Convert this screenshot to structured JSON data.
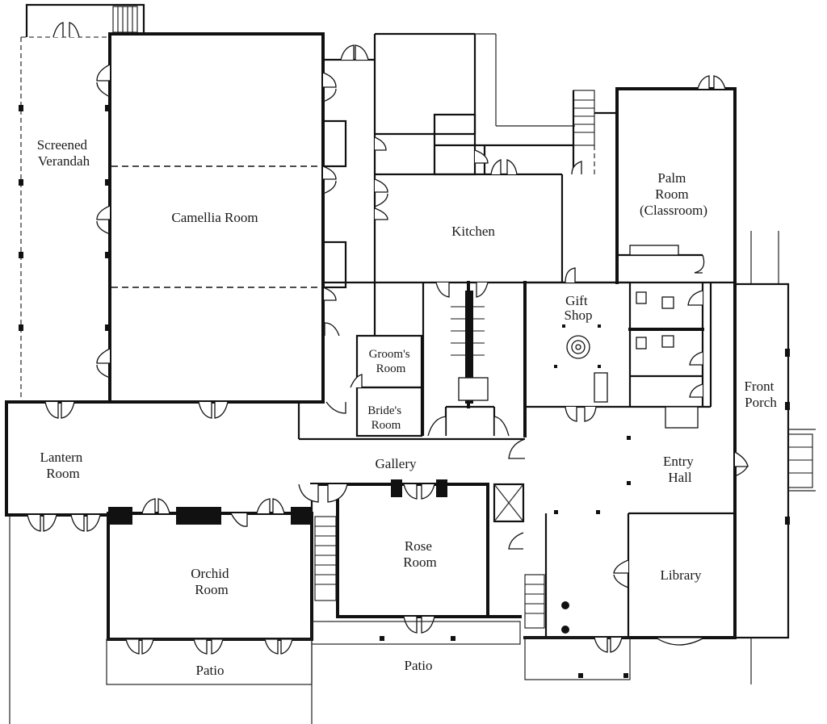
{
  "rooms": {
    "screened_verandah": [
      "Screened",
      "Verandah"
    ],
    "camellia_room": "Camellia Room",
    "kitchen": "Kitchen",
    "palm_room": [
      "Palm",
      "Room",
      "(Classroom)"
    ],
    "gift_shop": [
      "Gift",
      "Shop"
    ],
    "grooms_room": [
      "Groom's",
      "Room"
    ],
    "brides_room": [
      "Bride's",
      "Room"
    ],
    "front_porch": [
      "Front",
      "Porch"
    ],
    "lantern_room": [
      "Lantern",
      "Room"
    ],
    "gallery": "Gallery",
    "entry_hall": [
      "Entry",
      "Hall"
    ],
    "orchid_room": [
      "Orchid",
      "Room"
    ],
    "rose_room": [
      "Rose",
      "Room"
    ],
    "library": "Library",
    "patio_left": "Patio",
    "patio_center": "Patio"
  }
}
